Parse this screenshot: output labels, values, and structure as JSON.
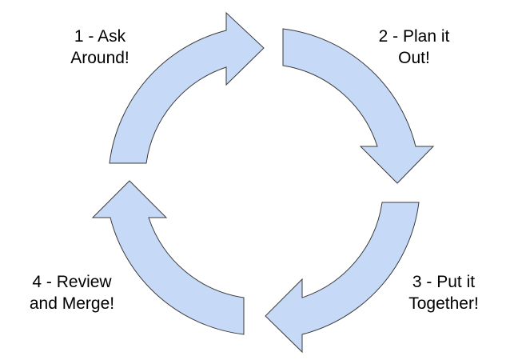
{
  "diagram": {
    "colors": {
      "arrow_fill": "#c6d9f7",
      "arrow_stroke": "#3b3b3b",
      "text": "#000000",
      "background": "#ffffff"
    },
    "steps": [
      {
        "line1": "1 - Ask",
        "line2": "Around!"
      },
      {
        "line1": "2 - Plan it",
        "line2": "Out!"
      },
      {
        "line1": "3 - Put it",
        "line2": "Together!"
      },
      {
        "line1": "4 - Review",
        "line2": "and Merge!"
      }
    ]
  }
}
